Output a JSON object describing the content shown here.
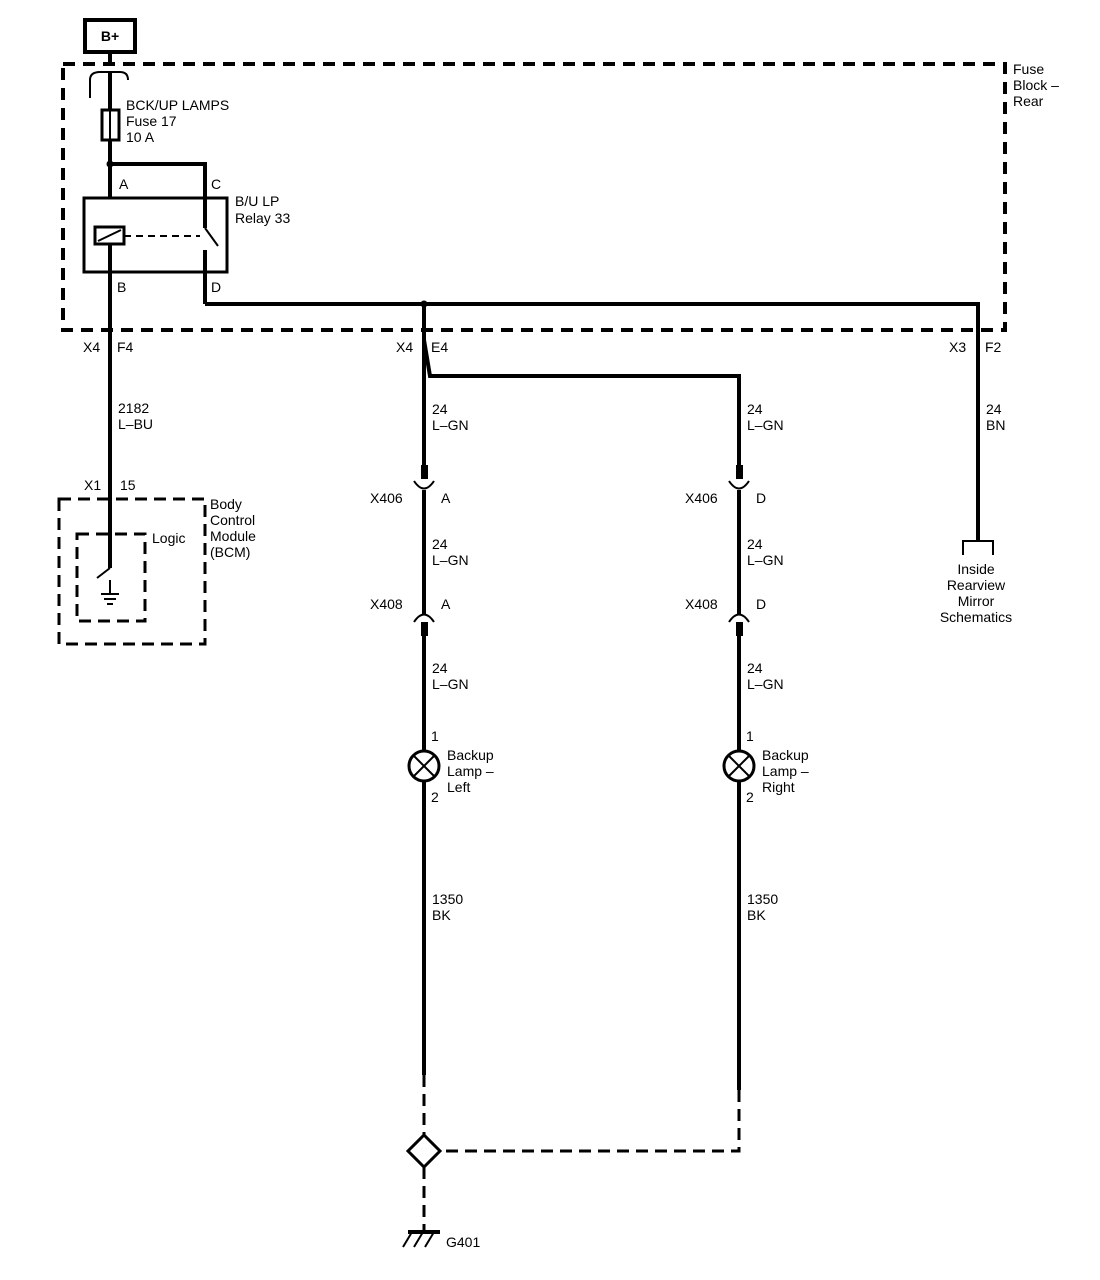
{
  "power": {
    "label": "B+"
  },
  "fuse_block": {
    "name_line1": "Fuse",
    "name_line2": "Block –",
    "name_line3": "Rear"
  },
  "fuse": {
    "line1": "BCK/UP LAMPS",
    "line2": "Fuse 17",
    "line3": "10 A"
  },
  "relay": {
    "line1": "B/U LP",
    "line2": "Relay 33",
    "pin_a": "A",
    "pin_c": "C",
    "pin_b": "B",
    "pin_d": "D"
  },
  "connectors": {
    "x4_a": "X4",
    "f4": "F4",
    "x4_b": "X4",
    "e4": "E4",
    "x3": "X3",
    "f2": "F2",
    "x1": "X1",
    "pin15": "15",
    "x406_left": "X406",
    "x406_left_pin": "A",
    "x406_right": "X406",
    "x406_right_pin": "D",
    "x408_left": "X408",
    "x408_left_pin": "A",
    "x408_right": "X408",
    "x408_right_pin": "D"
  },
  "wires": {
    "bcm_circuit": "2182",
    "bcm_color": "L–BU",
    "left_1_circuit": "24",
    "left_1_color": "L–GN",
    "right_1_circuit": "24",
    "right_1_color": "L–GN",
    "mirror_circuit": "24",
    "mirror_color": "BN",
    "left_2_circuit": "24",
    "left_2_color": "L–GN",
    "right_2_circuit": "24",
    "right_2_color": "L–GN",
    "left_3_circuit": "24",
    "left_3_color": "L–GN",
    "right_3_circuit": "24",
    "right_3_color": "L–GN",
    "left_gnd_circuit": "1350",
    "left_gnd_color": "BK",
    "right_gnd_circuit": "1350",
    "right_gnd_color": "BK"
  },
  "bcm": {
    "line1": "Body",
    "line2": "Control",
    "line3": "Module",
    "line4": "(BCM)",
    "logic": "Logic"
  },
  "mirror": {
    "line1": "Inside",
    "line2": "Rearview",
    "line3": "Mirror",
    "line4": "Schematics"
  },
  "lamp_left": {
    "pin1": "1",
    "pin2": "2",
    "line1": "Backup",
    "line2": "Lamp –",
    "line3": "Left"
  },
  "lamp_right": {
    "pin1": "1",
    "pin2": "2",
    "line1": "Backup",
    "line2": "Lamp –",
    "line3": "Right"
  },
  "ground": {
    "label": "G401"
  }
}
